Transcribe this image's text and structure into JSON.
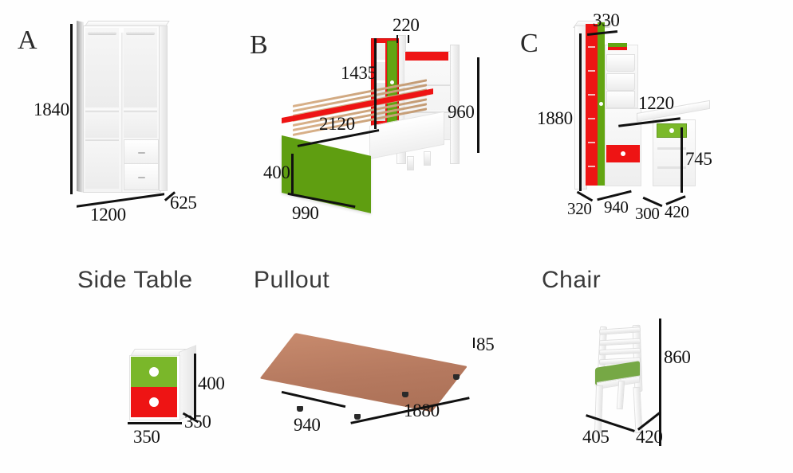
{
  "sections": {
    "a": {
      "letter": "A",
      "dims": {
        "height": "1840",
        "width": "1200",
        "depth": "625"
      }
    },
    "b": {
      "letter": "B",
      "dims": {
        "headboard_depth": "220",
        "headboard_height": "1435",
        "bed_length": "2120",
        "shelf_height": "960",
        "footboard_height": "400",
        "bed_width": "990"
      }
    },
    "c": {
      "letter": "C",
      "dims": {
        "cabinet_depth": "330",
        "cabinet_height": "1880",
        "desk_width": "1220",
        "desk_height": "745",
        "cabinet_side": "320",
        "cabinet_width": "940",
        "desk_depth": "300",
        "desk_side": "420"
      }
    },
    "side_table": {
      "title": "Side Table",
      "dims": {
        "height": "400",
        "width": "350",
        "depth": "350"
      }
    },
    "pullout": {
      "title": "Pullout",
      "dims": {
        "thickness": "85",
        "length": "1880",
        "width": "940"
      }
    },
    "chair": {
      "title": "Chair",
      "dims": {
        "height": "860",
        "width": "405",
        "depth": "420"
      }
    }
  },
  "colors": {
    "red": "#ee1414",
    "green": "#63a512",
    "seat_green": "#76a845",
    "wood": "#b5795f",
    "white": "#ffffff",
    "line": "#111111",
    "title_text": "#3a3a3a"
  }
}
